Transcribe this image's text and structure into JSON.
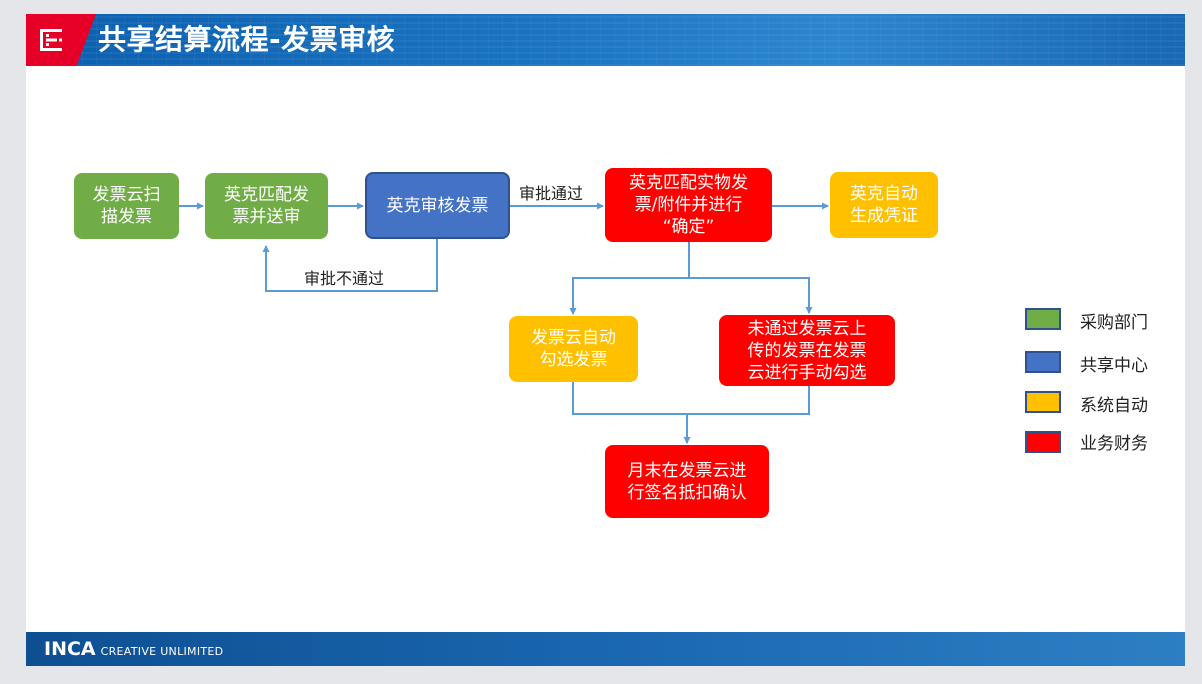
{
  "header": {
    "title": "共享结算流程-发票审核"
  },
  "footer": {
    "brand": "INCA",
    "tagline": "CREATIVE UNLIMITED"
  },
  "colors": {
    "procurement": "#70ad47",
    "shared_center": "#4472c4",
    "system_auto": "#ffc000",
    "business_finance": "#ff0000",
    "connector": "#5b9bd5"
  },
  "nodes": {
    "scan": {
      "line1": "发票云扫",
      "line2": "描发票"
    },
    "match_send": {
      "line1": "英克匹配发",
      "line2": "票并送审"
    },
    "review": {
      "label": "英克审核发票"
    },
    "match_confirm": {
      "line1": "英克匹配实物发",
      "line2": "票/附件并进行",
      "line3": "“确定”"
    },
    "voucher": {
      "line1": "英克自动",
      "line2": "生成凭证"
    },
    "auto_check": {
      "line1": "发票云自动",
      "line2": "勾选发票"
    },
    "manual_check": {
      "line1": "未通过发票云上",
      "line2": "传的发票在发票",
      "line3": "云进行手动勾选"
    },
    "month_end": {
      "line1": "月末在发票云进",
      "line2": "行签名抵扣确认"
    }
  },
  "edges": {
    "approved": "审批通过",
    "rejected": "审批不通过"
  },
  "legend": [
    {
      "label": "采购部门",
      "color": "#70ad47"
    },
    {
      "label": "共享中心",
      "color": "#4472c4"
    },
    {
      "label": "系统自动",
      "color": "#ffc000"
    },
    {
      "label": "业务财务",
      "color": "#ff0000"
    }
  ]
}
